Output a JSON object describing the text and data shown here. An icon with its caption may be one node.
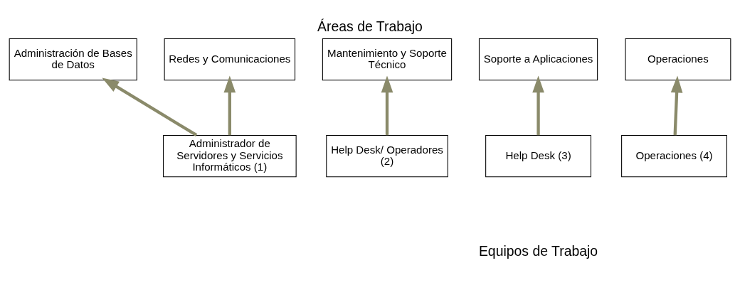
{
  "diagram": {
    "title": "Áreas de Trabajo",
    "caption": "Equipos de Trabajo",
    "nodes": [
      {
        "text": [
          "Administración de Bases de Datos"
        ]
      },
      {
        "text": [
          "Redes y Comunicaciones"
        ]
      },
      {
        "text": [
          "Mantenimiento y Soporte Técnico"
        ]
      },
      {
        "text": [
          "Soporte a Aplicaciones"
        ]
      },
      {
        "text": [
          "Operaciones"
        ]
      },
      {
        "text": [
          "Administrador de Servidores y Servicios Informáticos (1)"
        ]
      },
      {
        "text": [
          "Help Desk/ Operadores (2)"
        ]
      },
      {
        "text": [
          "Help Desk (3)"
        ]
      },
      {
        "text": [
          "Operaciones (4)"
        ]
      }
    ],
    "edges": [
      {
        "from": 5,
        "to": 0,
        "arrow": "to"
      },
      {
        "from": 5,
        "to": 1,
        "arrow": "to"
      },
      {
        "from": 6,
        "to": 2,
        "arrow": "to"
      },
      {
        "from": 7,
        "to": 3,
        "arrow": "to"
      },
      {
        "from": 8,
        "to": 4,
        "arrow": "to"
      }
    ]
  }
}
